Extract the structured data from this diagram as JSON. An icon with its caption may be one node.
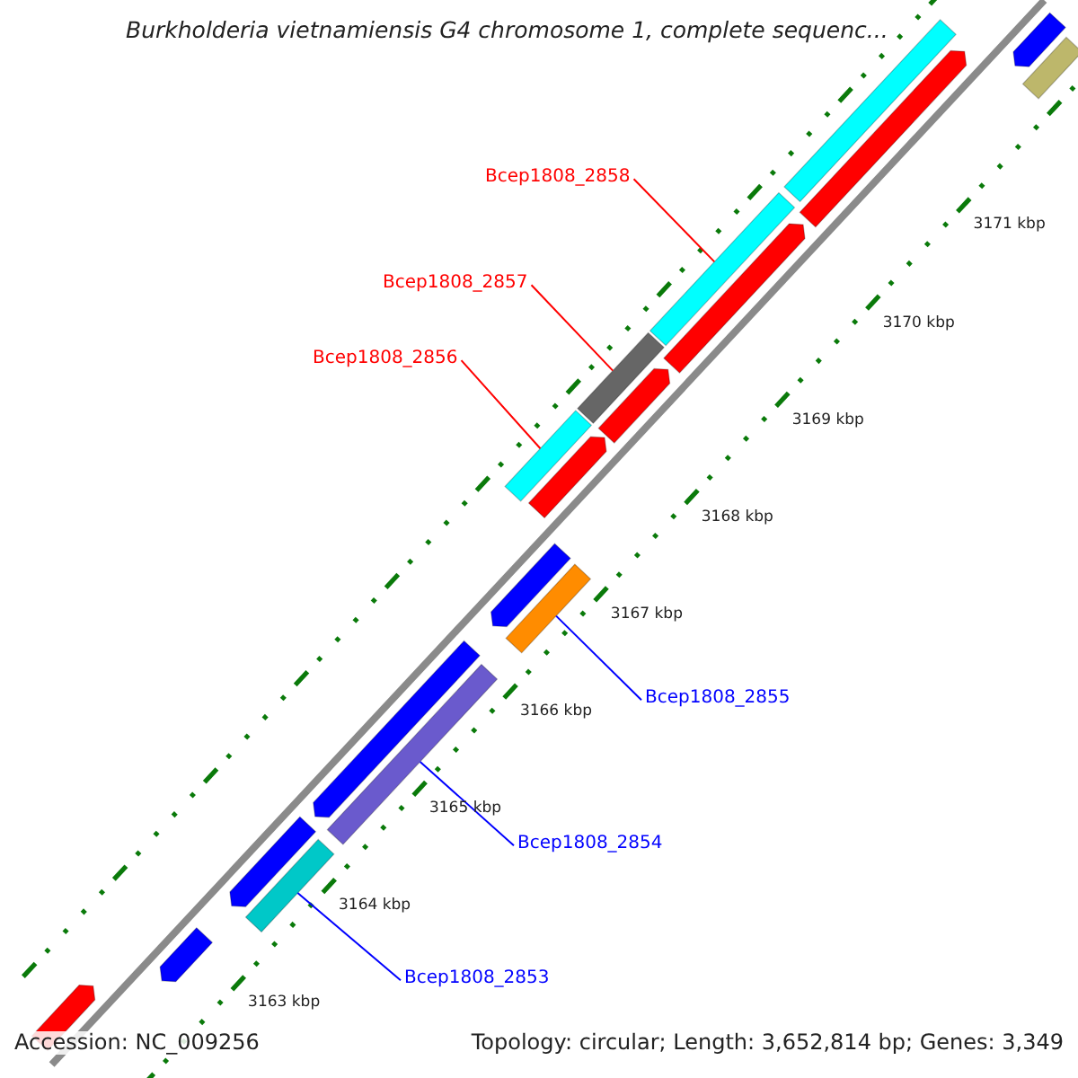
{
  "diagram": {
    "title": "Burkholderia vietnamiensis G4 chromosome 1, complete sequenc...",
    "nodes": [
      {
        "text": [
          "Bcep1808_2858"
        ]
      },
      {
        "text": [
          "Bcep1808_2857"
        ]
      },
      {
        "text": [
          "Bcep1808_2856"
        ]
      },
      {
        "text": [
          "Bcep1808_2855"
        ]
      },
      {
        "text": [
          "Bcep1808_2854"
        ]
      },
      {
        "text": [
          "Bcep1808_2853"
        ]
      },
      {
        "text": [],
        "shape": "bar"
      },
      {
        "text": [],
        "shape": "bar"
      },
      {
        "text": [],
        "shape": "bar"
      },
      {
        "text": [],
        "shape": "bar"
      },
      {
        "text": [],
        "shape": "bar"
      },
      {
        "text": [],
        "shape": "bar"
      },
      {
        "text": [],
        "shape": "bar"
      },
      {
        "text": [],
        "shape": "bar"
      },
      {
        "text": [],
        "shape": "bar"
      },
      {
        "text": [],
        "shape": "bar"
      },
      {
        "text": [],
        "shape": "bar"
      },
      {
        "text": [],
        "shape": "bar"
      },
      {
        "text": [],
        "shape": "bar"
      },
      {
        "text": [],
        "shape": "bar"
      },
      {
        "text": [],
        "shape": "bar"
      },
      {
        "text": [],
        "shape": "bar"
      },
      {
        "text": [],
        "shape": "bar"
      },
      {
        "text": [],
        "shape": "bar"
      }
    ],
    "edges": [
      {
        "from": 0,
        "to": 6,
        "arrow": "none",
        "color": "#ff0000"
      },
      {
        "from": 1,
        "to": 7,
        "arrow": "none",
        "color": "#ff0000"
      },
      {
        "from": 2,
        "to": 8,
        "arrow": "none",
        "color": "#ff0000"
      },
      {
        "from": 3,
        "to": 9,
        "arrow": "none",
        "color": "#0000ff"
      },
      {
        "from": 4,
        "to": 10,
        "arrow": "none",
        "color": "#0000ff"
      },
      {
        "from": 5,
        "to": 11,
        "arrow": "none",
        "color": "#0000ff"
      }
    ],
    "labels": [
      "3171 kbp",
      "3170 kbp",
      "3169 kbp",
      "3168 kbp",
      "3167 kbp",
      "3166 kbp",
      "3165 kbp",
      "3164 kbp",
      "3163 kbp",
      "Accession: NC_009256",
      "Topology: circular; Length: 3,652,814 bp; Genes: 3,349"
    ]
  }
}
